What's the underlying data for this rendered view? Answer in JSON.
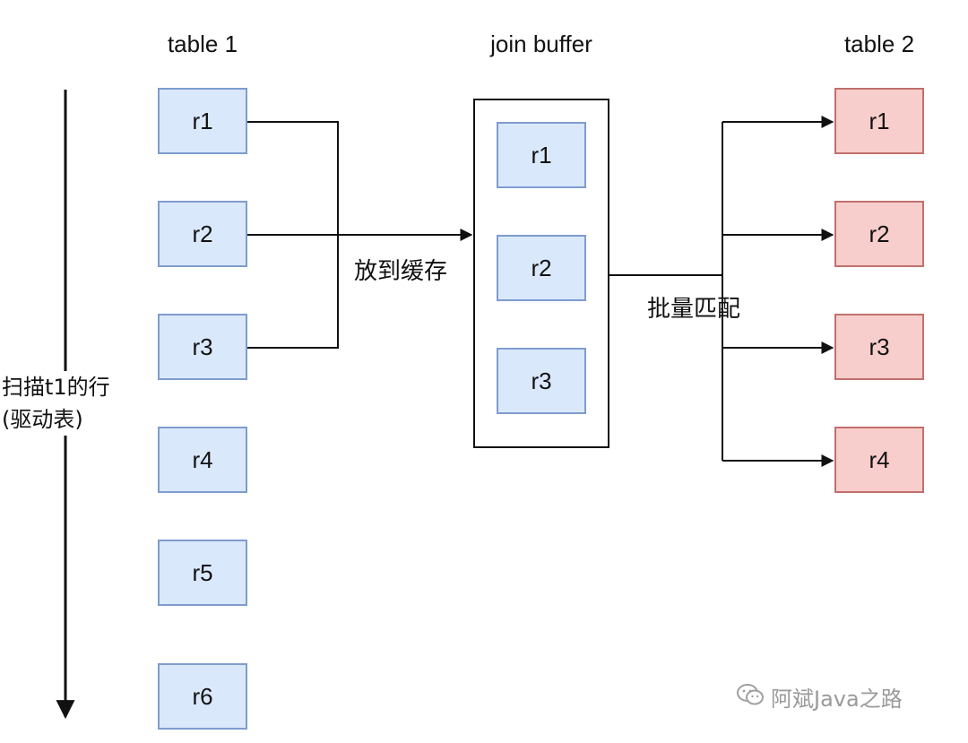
{
  "titles": {
    "table1": "table 1",
    "buffer": "join buffer",
    "table2": "table 2"
  },
  "table1_rows": [
    "r1",
    "r2",
    "r3",
    "r4",
    "r5",
    "r6"
  ],
  "buffer_rows": [
    "r1",
    "r2",
    "r3"
  ],
  "table2_rows": [
    "r1",
    "r2",
    "r3",
    "r4"
  ],
  "labels": {
    "put_to_cache": "放到缓存",
    "batch_match": "批量匹配",
    "scan_line1": "扫描t1的行",
    "scan_line2": "(驱动表)"
  },
  "watermark": {
    "text": "阿斌Java之路",
    "icon": "wechat-icon"
  },
  "colors": {
    "blue_fill": "#dae8fc",
    "blue_stroke": "#7f9ccf",
    "red_fill": "#f8cecc",
    "red_stroke": "#c0706c",
    "line": "#111111"
  }
}
